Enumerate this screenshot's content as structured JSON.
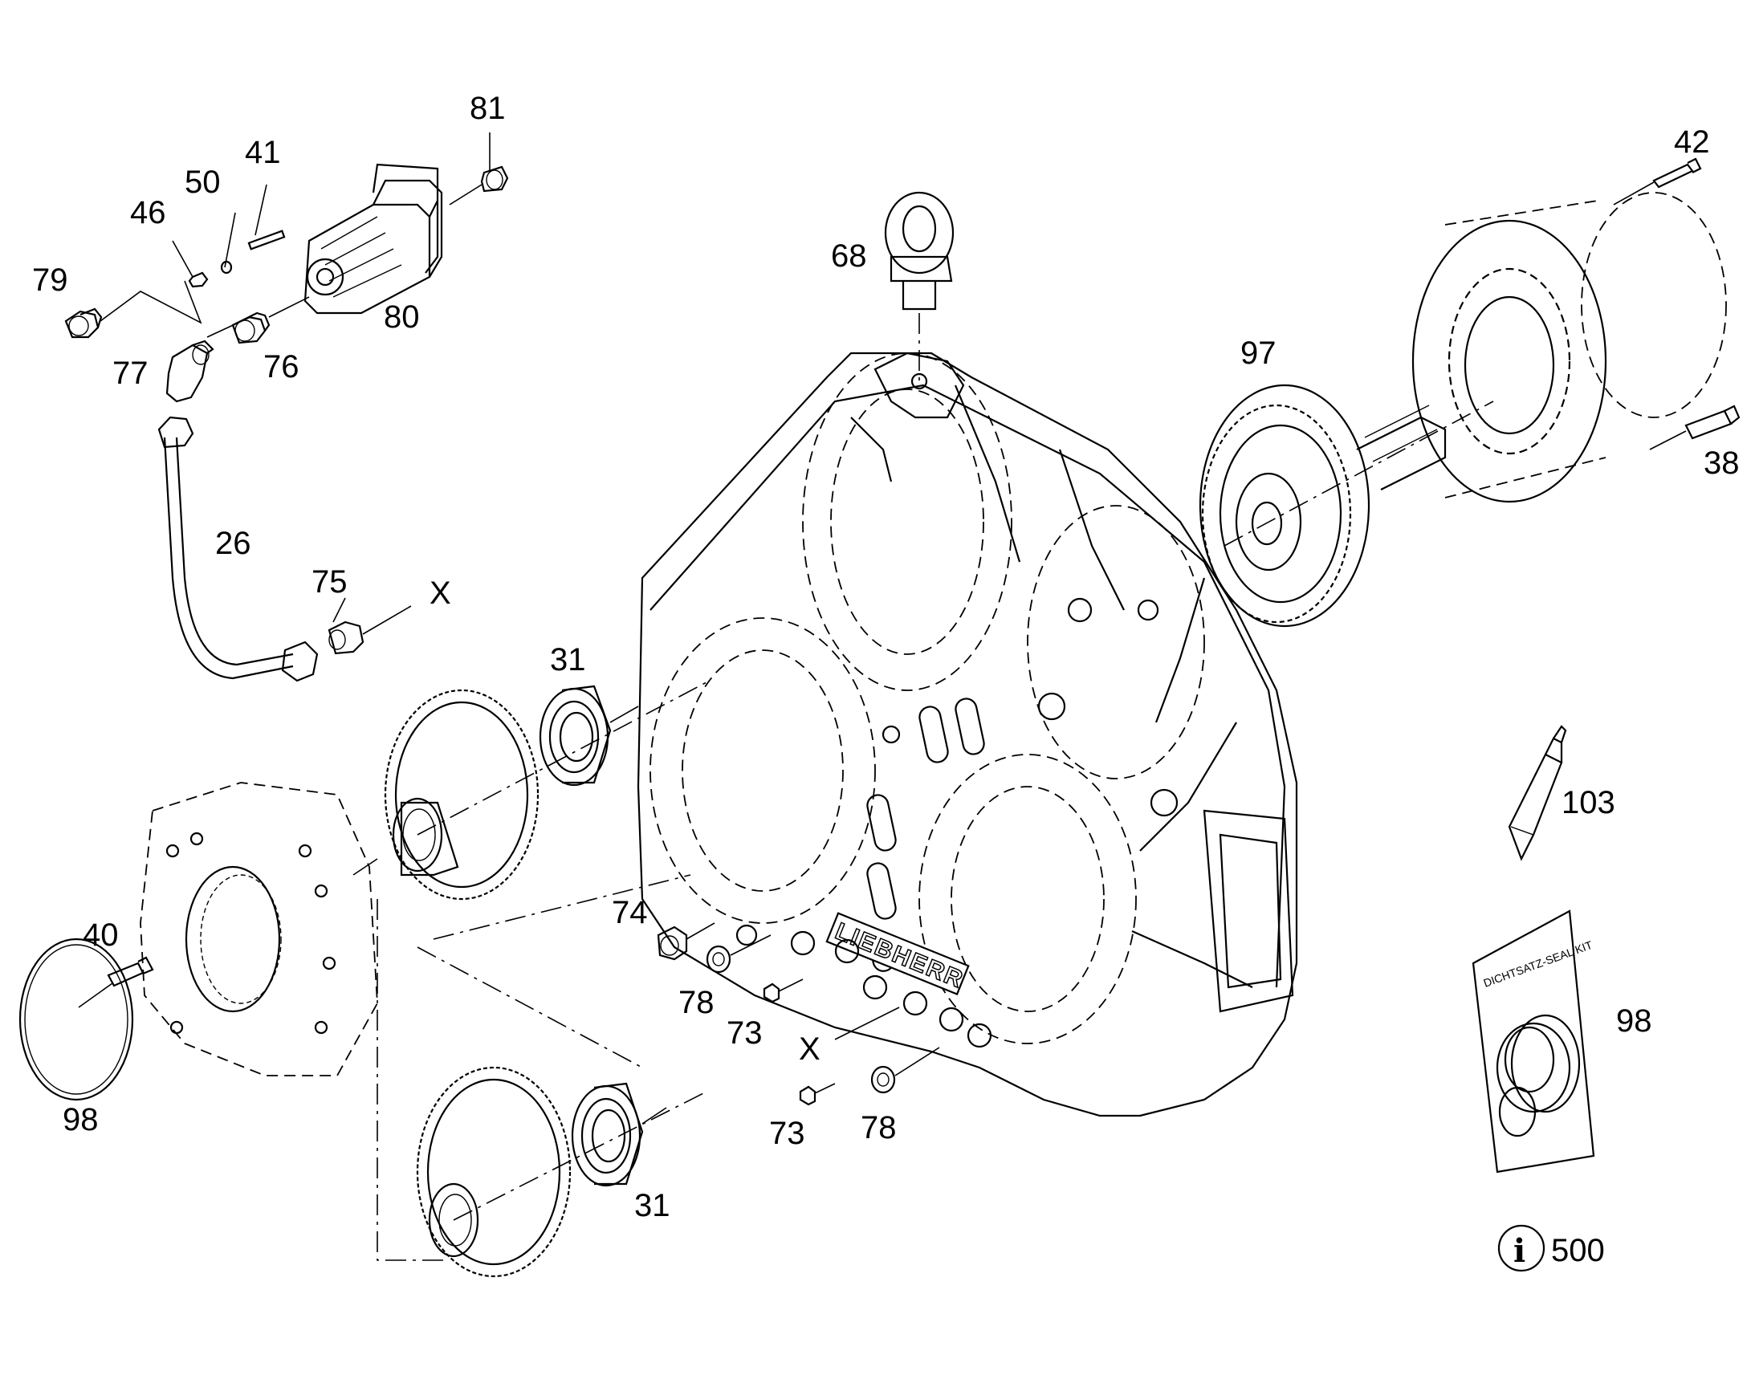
{
  "callouts": {
    "p81": "81",
    "p41": "41",
    "p50": "50",
    "p46": "46",
    "p79": "79",
    "p80": "80",
    "p76": "76",
    "p77": "77",
    "p26": "26",
    "p75": "75",
    "x_top": "X",
    "p68": "68",
    "p42": "42",
    "p97": "97",
    "p38": "38",
    "p31_top": "31",
    "p31_bottom": "31",
    "p103": "103",
    "p98_kit": "98",
    "p98_oring": "98",
    "p40": "40",
    "p74": "74",
    "p78_top": "78",
    "p73_top": "73",
    "x_bottom": "X",
    "p73_bottom": "73",
    "p78_bottom": "78",
    "p500": "500"
  },
  "housing_logo": "LIEBHERR",
  "seal_kit_label": "DICHTSATZ-SEAL KIT",
  "info_symbol": "i"
}
